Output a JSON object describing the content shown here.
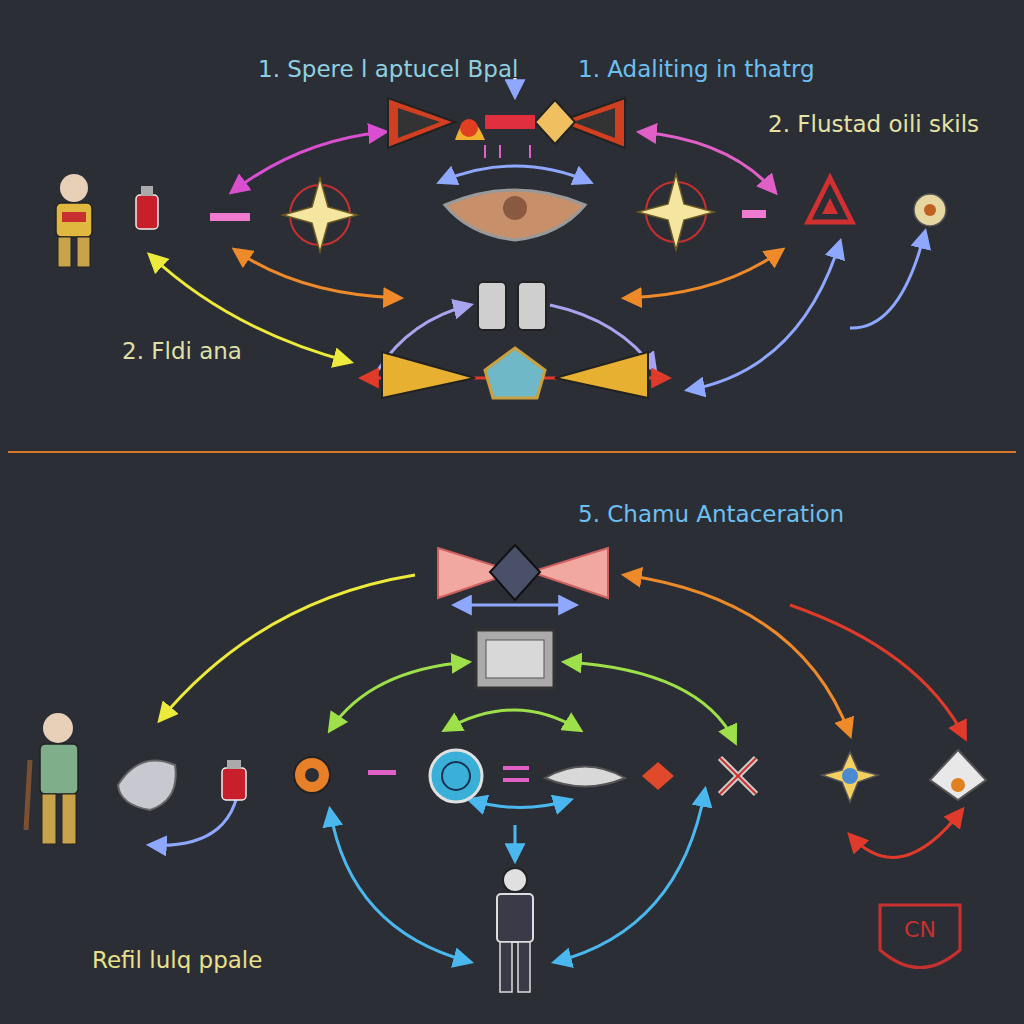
{
  "diagram": {
    "labels": [
      "1. Spere l aptucel Bpal",
      "1. Adaliting in thatrg",
      "2. Flustad oili skils",
      "2. Fldi ana",
      "5. Chamu Antaceration",
      "Refil lulq ppale",
      "CN"
    ]
  }
}
